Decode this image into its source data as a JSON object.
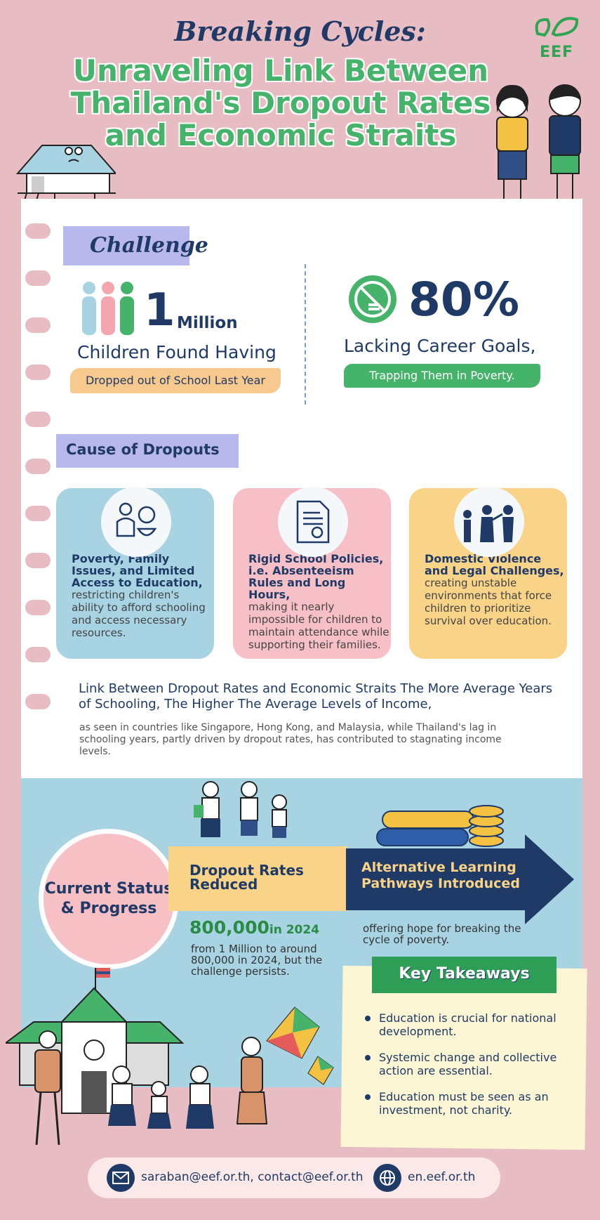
{
  "header": {
    "subtitle": "Breaking Cycles:",
    "title": "Unraveling Link Between Thailand's Dropout Rates and Economic Straits",
    "logo": "EEF"
  },
  "challenge": {
    "tag": "Challenge",
    "left": {
      "number": "1",
      "unit": "Million",
      "line": "Children Found Having",
      "highlight": "Dropped out of School Last Year"
    },
    "right": {
      "number": "80%",
      "line": "Lacking Career Goals,",
      "highlight": "Trapping Them in Poverty."
    }
  },
  "causes": {
    "tag": "Cause of Dropouts",
    "cards": [
      {
        "bold": "Poverty, Family Issues, and Limited Access to Education,",
        "text": "restricting children's ability to afford schooling and access necessary resources.",
        "icon": "poverty-icon"
      },
      {
        "bold": "Rigid School Policies, i.e. Absenteeism Rules and Long Hours,",
        "text": "making it nearly impossible for children to maintain attendance while supporting their families.",
        "icon": "document-icon"
      },
      {
        "bold": "Domestic Violence and Legal Challenges,",
        "text": "creating unstable environments that force children to prioritize survival over education.",
        "icon": "conflict-icon"
      }
    ]
  },
  "link": {
    "title": "Link Between Dropout Rates and Economic Straits The More Average Years of Schooling, The Higher   The Average Levels of Income,",
    "body": "as seen in countries like Singapore, Hong Kong, and Malaysia, while Thailand's lag in schooling years, partly driven by dropout rates, has contributed to stagnating income levels."
  },
  "status": {
    "circle": "Current Status & Progress",
    "dropout_label": "Dropout Rates Reduced",
    "pathways_label": "Alternative Learning Pathways Introduced",
    "number": "800,000",
    "number_suffix": "in 2024",
    "dropout_note": "from 1 Million to around 800,000 in 2024, but the challenge persists.",
    "offer_note": "offering hope for breaking the cycle of poverty."
  },
  "takeaways": {
    "tag": "Key Takeaways",
    "items": [
      "Education is crucial for national development.",
      "Systemic change and collective action are essential.",
      "Education must be seen as an investment, not charity."
    ]
  },
  "footer": {
    "emails": "saraban@eef.or.th, contact@eef.or.th",
    "website": "en.eef.or.th"
  },
  "colors": {
    "navy": "#1f3a66",
    "green": "#46b36a",
    "pink_bg": "#e8bcc3",
    "light_blue": "#a7d3e2",
    "yellow": "#f8d388"
  }
}
